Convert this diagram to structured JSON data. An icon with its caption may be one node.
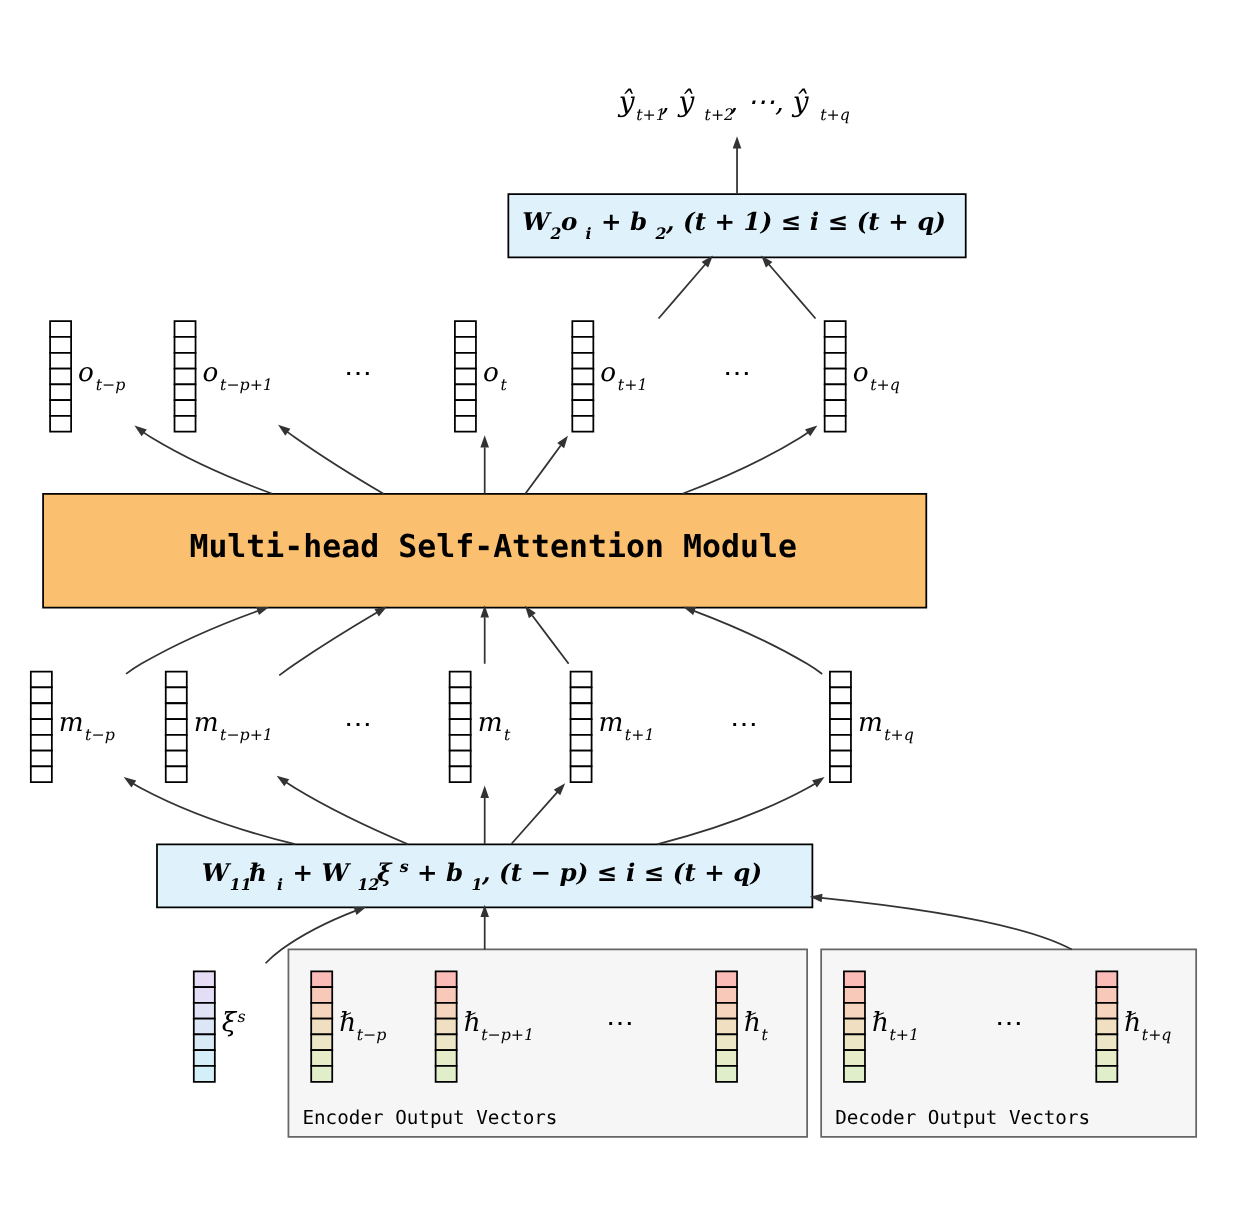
{
  "diagram": {
    "nodes": [
      {
        "text": [
          "ŷ$_{t+1}$, ŷ$_{t+2}$, ⋯, ŷ$_{t+q}$"
        ]
      },
      {
        "text": [
          "W$_{2}$o$_{i}$ + b$_{2}$, (t + 1) ≤ i ≤ (t + q)"
        ]
      },
      {
        "text": [],
        "shape": "bar",
        "beside": [
          "o$_{t−p}$"
        ]
      },
      {
        "text": [],
        "shape": "bar",
        "beside": [
          "o$_{t−p+1}$"
        ]
      },
      {
        "text": [],
        "shape": "bar",
        "beside": [
          "o$_{t}$"
        ]
      },
      {
        "text": [],
        "shape": "bar",
        "beside": [
          "o$_{t+1}$"
        ]
      },
      {
        "text": [],
        "shape": "bar",
        "beside": [
          "o$_{t+q}$"
        ]
      },
      {
        "text": [
          "Multi-head Self-Attention Module"
        ]
      },
      {
        "text": [],
        "shape": "bar",
        "beside": [
          "m$_{t−p}$"
        ]
      },
      {
        "text": [],
        "shape": "bar",
        "beside": [
          "m$_{t−p+1}$"
        ]
      },
      {
        "text": [],
        "shape": "bar",
        "beside": [
          "m$_{t}$"
        ]
      },
      {
        "text": [],
        "shape": "bar",
        "beside": [
          "m$_{t+1}$"
        ]
      },
      {
        "text": [],
        "shape": "bar",
        "beside": [
          "m$_{t+q}$"
        ]
      },
      {
        "text": [
          "W$_{11}$ℏ$_{i}$ + W$_{12}$ξ$^{s}$ + b$_{1}$, (t − p) ≤ i ≤ (t + q)"
        ]
      },
      {
        "text": [],
        "shape": "bar",
        "beside": [
          "ξ$^{s}$"
        ]
      },
      {
        "text": [
          "Encoder Output Vectors"
        ]
      },
      {
        "text": [],
        "shape": "bar",
        "beside": [
          "ℏ$_{t−p}$"
        ],
        "in": 15
      },
      {
        "text": [],
        "shape": "bar",
        "beside": [
          "ℏ$_{t−p+1}$"
        ],
        "in": 15
      },
      {
        "text": [],
        "shape": "bar",
        "beside": [
          "ℏ$_{t}$"
        ],
        "in": 15
      },
      {
        "text": [
          "Decoder Output Vectors"
        ]
      },
      {
        "text": [],
        "shape": "bar",
        "beside": [
          "ℏ$_{t+1}$"
        ],
        "in": 19
      },
      {
        "text": [],
        "shape": "bar",
        "beside": [
          "ℏ$_{t+q}$"
        ],
        "in": 19
      }
    ],
    "edges": [
      {
        "from": 1,
        "to": 0,
        "arrow": "to"
      },
      {
        "from": 5,
        "to": 1,
        "arrow": "to"
      },
      {
        "from": 6,
        "to": 1,
        "arrow": "to"
      },
      {
        "from": 7,
        "to": 2,
        "arrow": "to"
      },
      {
        "from": 7,
        "to": 3,
        "arrow": "to"
      },
      {
        "from": 7,
        "to": 4,
        "arrow": "to"
      },
      {
        "from": 7,
        "to": 5,
        "arrow": "to"
      },
      {
        "from": 7,
        "to": 6,
        "arrow": "to"
      },
      {
        "from": 8,
        "to": 7,
        "arrow": "to"
      },
      {
        "from": 9,
        "to": 7,
        "arrow": "to"
      },
      {
        "from": 10,
        "to": 7,
        "arrow": "to"
      },
      {
        "from": 11,
        "to": 7,
        "arrow": "to"
      },
      {
        "from": 12,
        "to": 7,
        "arrow": "to"
      },
      {
        "from": 13,
        "to": 8,
        "arrow": "to"
      },
      {
        "from": 13,
        "to": 9,
        "arrow": "to"
      },
      {
        "from": 13,
        "to": 10,
        "arrow": "to"
      },
      {
        "from": 13,
        "to": 11,
        "arrow": "to"
      },
      {
        "from": 13,
        "to": 12,
        "arrow": "to"
      },
      {
        "from": 15,
        "to": 13,
        "arrow": "to"
      },
      {
        "from": 19,
        "to": 13,
        "arrow": "to"
      },
      {
        "from": 14,
        "to": 13,
        "arrow": "to"
      }
    ],
    "labels": [
      "⋯",
      "⋯",
      "⋯",
      "⋯",
      "⋯",
      "⋯"
    ]
  }
}
